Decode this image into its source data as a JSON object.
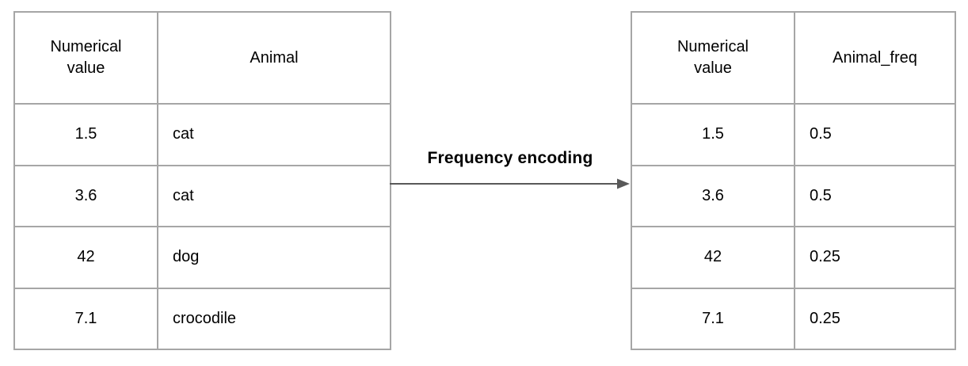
{
  "diagram": {
    "transform_label": "Frequency encoding"
  },
  "left_table": {
    "headers": [
      "Numerical value",
      "Animal"
    ],
    "rows": [
      [
        "1.5",
        "cat"
      ],
      [
        "3.6",
        "cat"
      ],
      [
        "42",
        "dog"
      ],
      [
        "7.1",
        "crocodile"
      ]
    ]
  },
  "right_table": {
    "headers": [
      "Numerical value",
      "Animal_freq"
    ],
    "rows": [
      [
        "1.5",
        "0.5"
      ],
      [
        "3.6",
        "0.5"
      ],
      [
        "42",
        "0.25"
      ],
      [
        "7.1",
        "0.25"
      ]
    ]
  },
  "colors": {
    "background": "#ffffff",
    "border": "#a6a6a6",
    "text": "#000000",
    "arrow": "#595959"
  }
}
